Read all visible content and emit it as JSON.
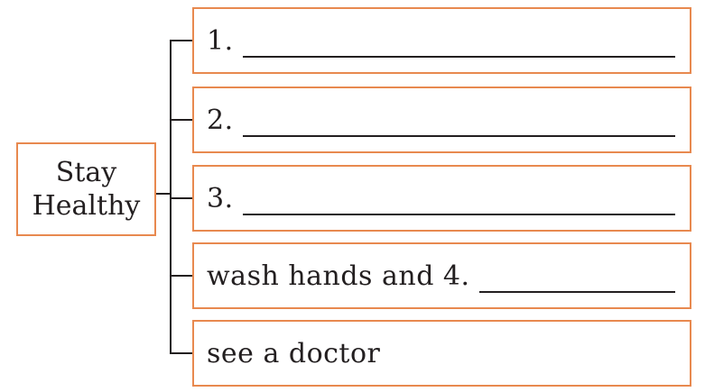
{
  "root": {
    "line1": "Stay",
    "line2": "Healthy"
  },
  "branches": [
    {
      "text": "1.",
      "has_blank": true
    },
    {
      "text": "2.",
      "has_blank": true
    },
    {
      "text": "3.",
      "has_blank": true
    },
    {
      "text": "wash hands and 4.",
      "has_blank": true
    },
    {
      "text": "see a doctor",
      "has_blank": false
    }
  ],
  "colors": {
    "box_border": "#e8894f",
    "text": "#231f20",
    "connector": "#231f20"
  }
}
